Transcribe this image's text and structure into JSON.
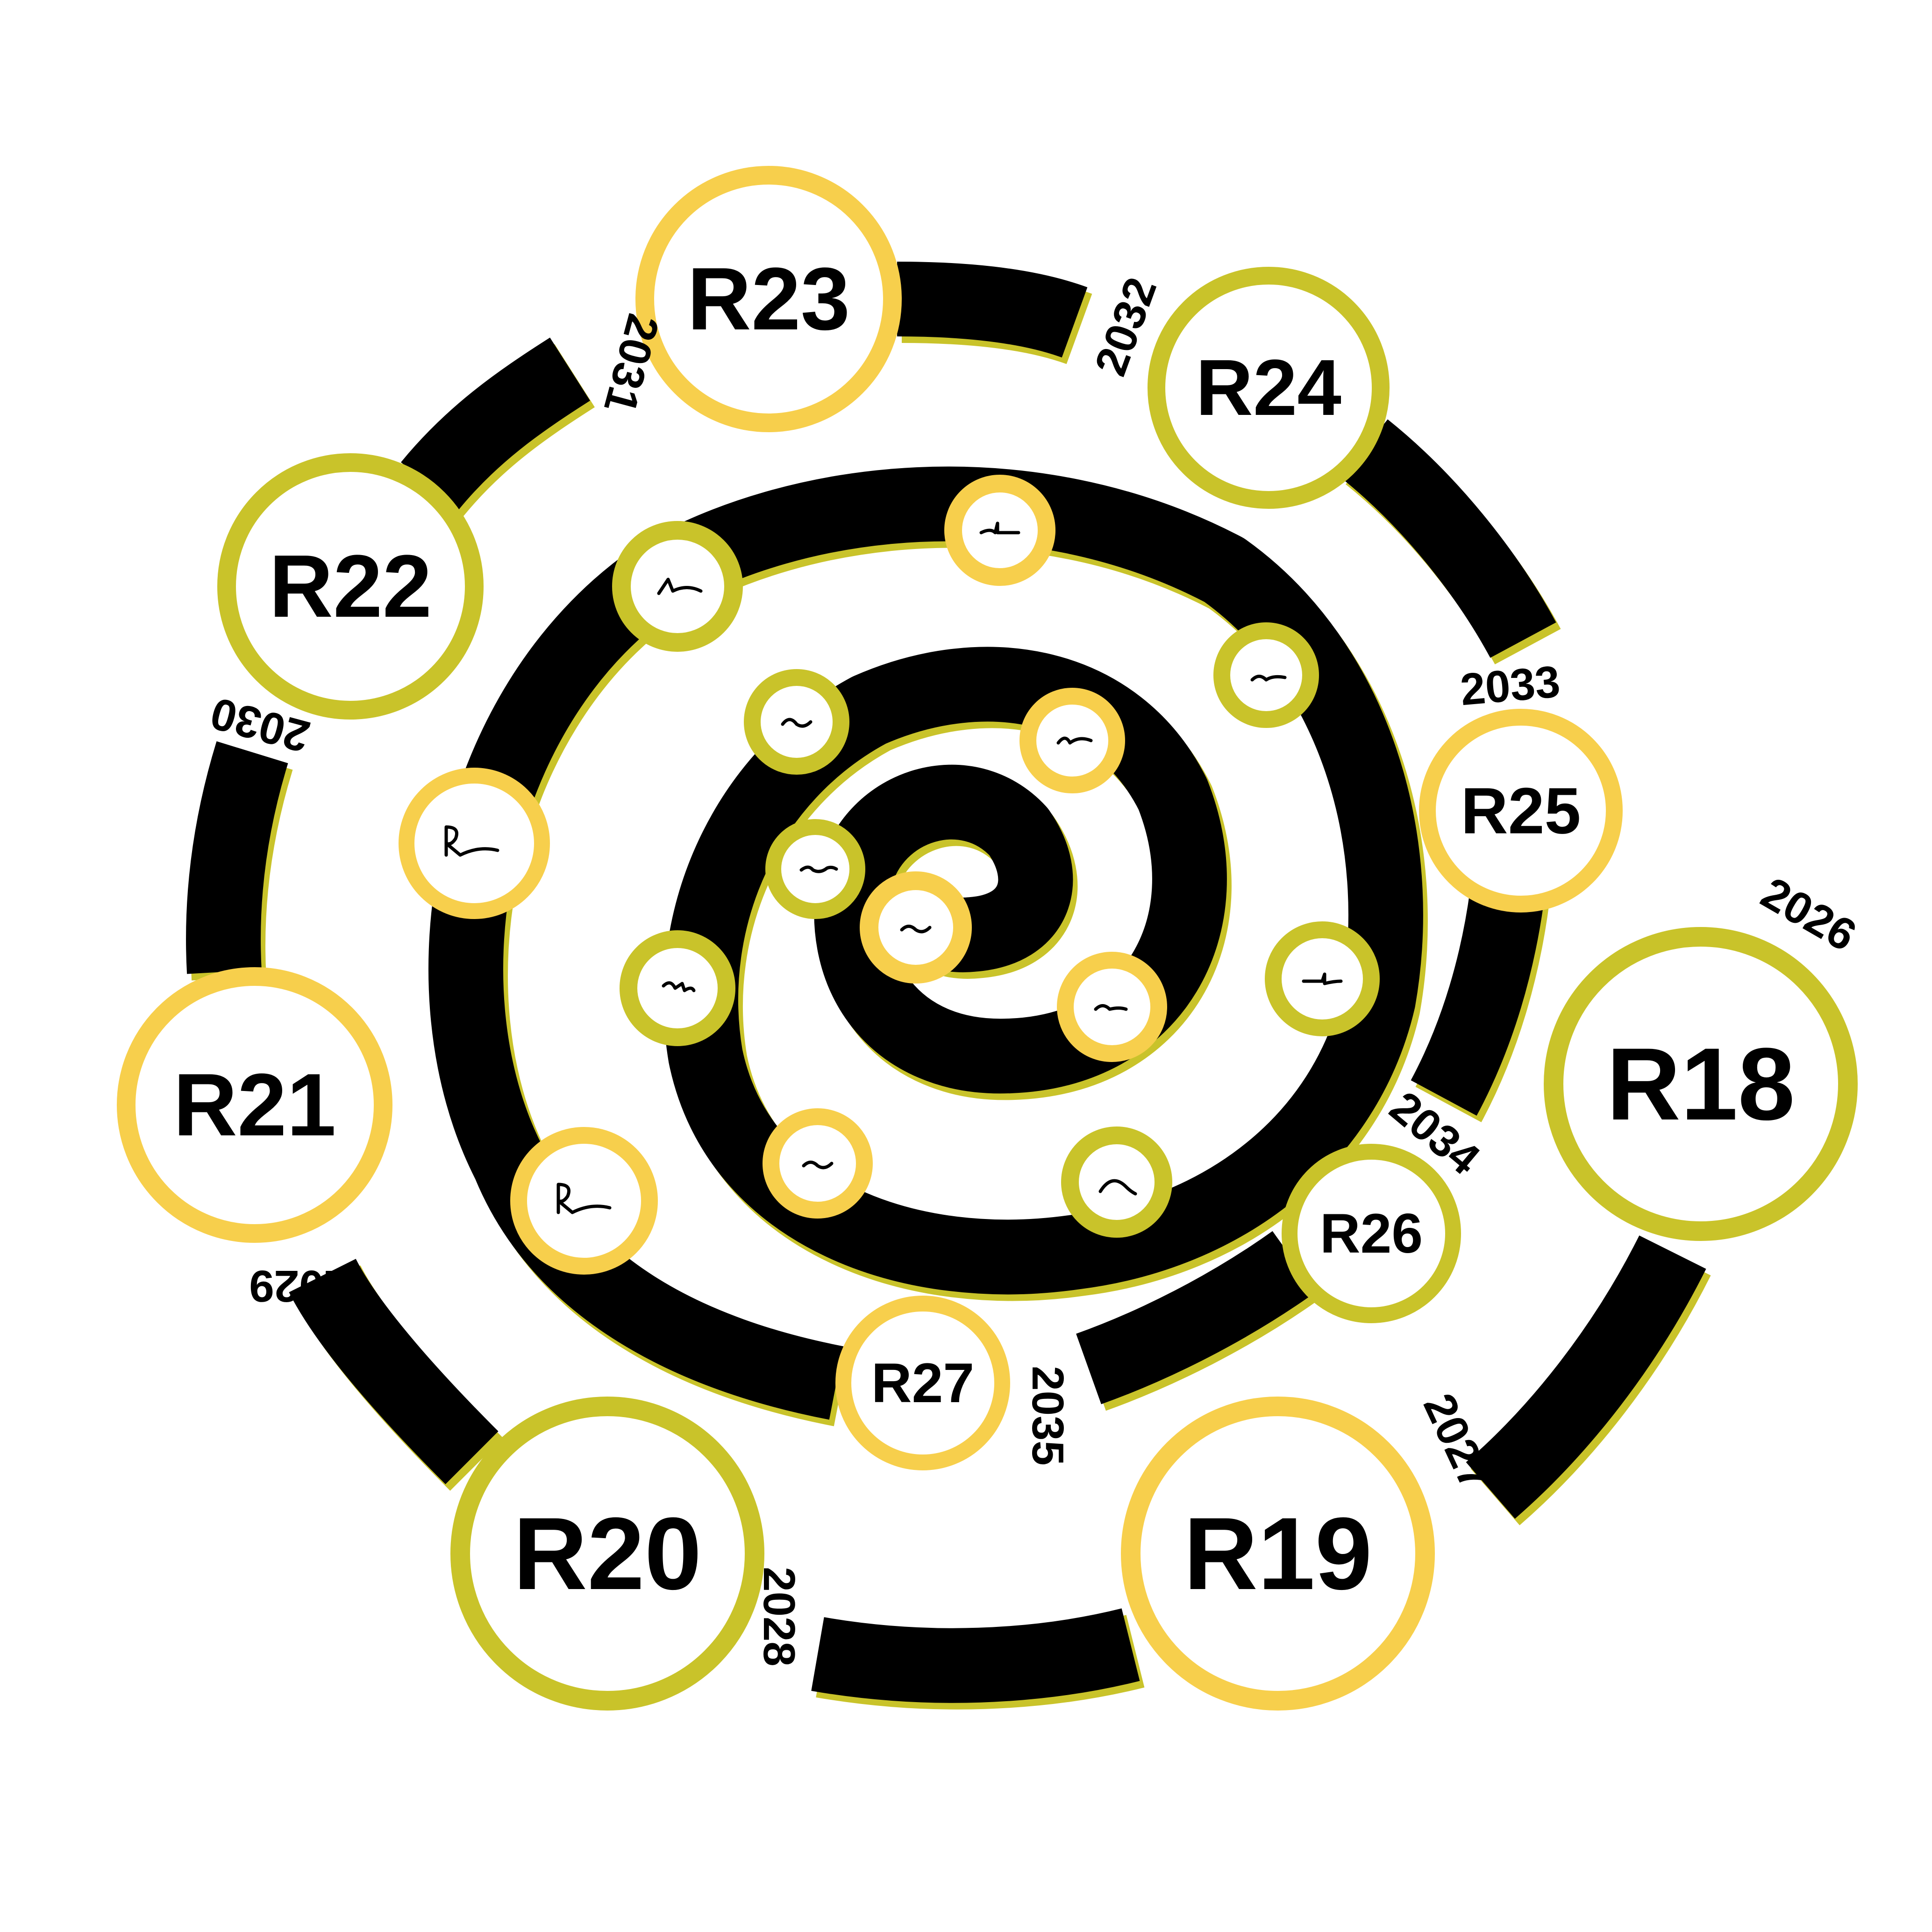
{
  "colors": {
    "background": "#ffffff",
    "track": "#000000",
    "track_shadow": "#c9c32a",
    "ring_yellow": "#f7cf4c",
    "ring_olive": "#c9c32a"
  },
  "milestones": [
    {
      "label": "R18",
      "ring": "olive"
    },
    {
      "label": "R19",
      "ring": "yellow"
    },
    {
      "label": "R20",
      "ring": "olive"
    },
    {
      "label": "R21",
      "ring": "yellow"
    },
    {
      "label": "R22",
      "ring": "olive"
    },
    {
      "label": "R23",
      "ring": "yellow"
    },
    {
      "label": "R24",
      "ring": "olive"
    },
    {
      "label": "R25",
      "ring": "yellow"
    },
    {
      "label": "R26",
      "ring": "olive"
    },
    {
      "label": "R27",
      "ring": "yellow"
    }
  ],
  "years": [
    "2026",
    "2027",
    "2028",
    "2029",
    "2030",
    "2031",
    "2032",
    "2033",
    "2034",
    "2035"
  ],
  "small_nodes": [
    {
      "ring": "olive"
    },
    {
      "ring": "yellow"
    },
    {
      "ring": "olive"
    },
    {
      "ring": "yellow"
    },
    {
      "ring": "olive"
    },
    {
      "ring": "yellow"
    },
    {
      "ring": "olive"
    },
    {
      "ring": "yellow"
    },
    {
      "ring": "olive"
    },
    {
      "ring": "yellow"
    },
    {
      "ring": "olive"
    },
    {
      "ring": "yellow"
    },
    {
      "ring": "olive"
    },
    {
      "ring": "yellow"
    },
    {
      "ring": "olive"
    },
    {
      "ring": "yellow"
    }
  ]
}
